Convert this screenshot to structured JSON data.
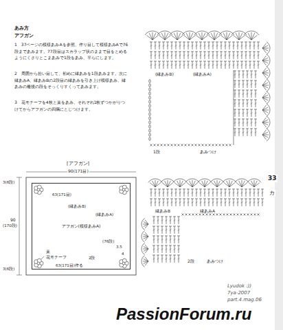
{
  "diagram": {
    "title": "あみ方",
    "nodes": [
      {
        "text": [
          "アフガン(模様あみA)"
        ]
      }
    ],
    "labels": [
      "アフガン",
      "1　37ページの模様あみAを参照、作り目して模様あみAで76段まであみます。77段目はスカラップ状のままで目をとめるようにくさりとこまあみで1段をあみ、平らにします。",
      "2　周囲から拾い目して、初めに縁あみを1段あみます。次に縁あみA、縁あみBの2段目の縁あみを引き上げ模様あみ、縁あみの最後の段をそっくりすくってあみます。",
      "3　花モチーフを4枚と葉をあみ、それぞれ1枚ずつかがりつけてからアフガンの四隅にとじつけます。",
      "(縁あみB)",
      "(縁あみA)",
      "1段",
      "あみつけ",
      "縁あみB",
      "縁あみA",
      "2段",
      "あみつけ",
      "33",
      "カ",
      "[アフガン]",
      "90(171目)",
      "3(6段)",
      "90",
      "(170段)",
      "3(6段)",
      "63(171目)",
      "(縁あみB)",
      "(縁あみA)",
      "(76段)",
      "3.5",
      "4",
      "葉",
      "花モチーフ",
      "2段",
      "63(171目)作る",
      "Lyudok :))",
      "7ya-2007",
      "part.4.mag.06",
      "PassionForum.ru"
    ]
  }
}
